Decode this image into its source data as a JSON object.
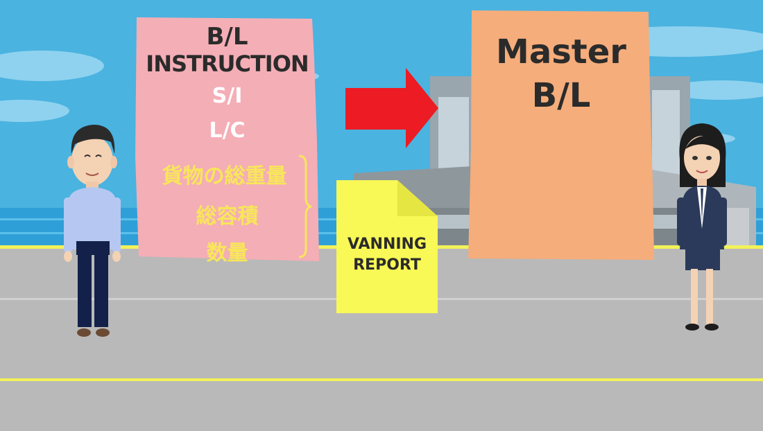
{
  "colors": {
    "sky": "#4ab3e0",
    "sea": "#2f9fd8",
    "ground": "#b9b9b9",
    "yellow_line": "#f2f25a",
    "instruction_doc": "#f4aeb6",
    "master_doc": "#f5ad7b",
    "vanning_doc": "#f8f856",
    "arrow": "#ec1b24",
    "dark_text": "#2b2b2b",
    "white_text": "#ffffff",
    "highlight_text": "#f8e65a"
  },
  "instruction_doc": {
    "title_line1": "B/L",
    "title_line2": "INSTRUCTION",
    "item_si": "S/I",
    "item_lc": "L/C",
    "item_weight": "貨物の総重量",
    "item_volume": "総容積",
    "item_quantity": "数量"
  },
  "master_doc": {
    "line1": "Master",
    "line2": "B/L"
  },
  "vanning_doc": {
    "line1": "VANNING",
    "line2": "REPORT"
  },
  "icons": {
    "arrow": "right-arrow-icon",
    "brace": "right-brace-icon"
  }
}
